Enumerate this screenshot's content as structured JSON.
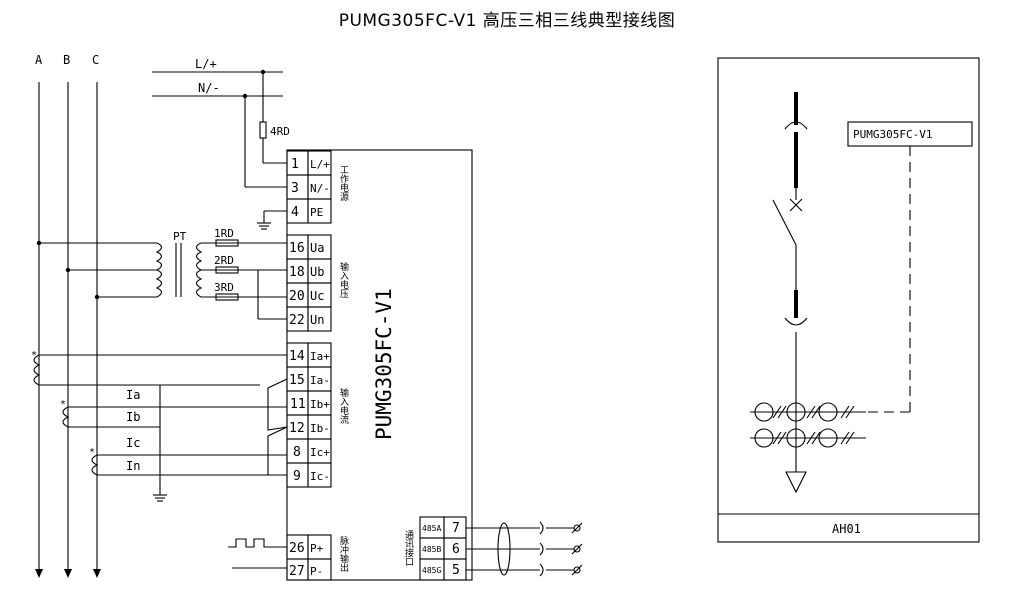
{
  "title": "PUMG305FC-V1 高压三相三线典型接线图",
  "phases": [
    "A",
    "B",
    "C"
  ],
  "supply": {
    "live": "L/+",
    "neutral": "N/-",
    "fuse": "4RD"
  },
  "module_label": "PUMG305FC-V1",
  "pt": {
    "label": "PT",
    "fuses": [
      "1RD",
      "2RD",
      "3RD"
    ]
  },
  "ct_lines": [
    "Ia",
    "Ib",
    "Ic",
    "In"
  ],
  "terminals": [
    {
      "num": "1",
      "label": "L/+"
    },
    {
      "num": "3",
      "label": "N/-"
    },
    {
      "num": "4",
      "label": "PE"
    },
    {
      "num": "16",
      "label": "Ua"
    },
    {
      "num": "18",
      "label": "Ub"
    },
    {
      "num": "20",
      "label": "Uc"
    },
    {
      "num": "22",
      "label": "Un"
    },
    {
      "num": "14",
      "label": "Ia+"
    },
    {
      "num": "15",
      "label": "Ia-"
    },
    {
      "num": "11",
      "label": "Ib+"
    },
    {
      "num": "12",
      "label": "Ib-"
    },
    {
      "num": "8",
      "label": "Ic+"
    },
    {
      "num": "9",
      "label": "Ic-"
    },
    {
      "num": "26",
      "label": "P+"
    },
    {
      "num": "27",
      "label": "P-"
    }
  ],
  "groups": {
    "power": "工作电源",
    "voltage": "输入电压",
    "current": "输入电流",
    "pulse": "脉冲输出",
    "comm": "通讯接口"
  },
  "comm_terminals": [
    {
      "label": "485A",
      "num": "7"
    },
    {
      "label": "485B",
      "num": "6"
    },
    {
      "label": "485G",
      "num": "5"
    }
  ],
  "panel": {
    "device_label": "PUMG305FC-V1",
    "panel_id": "AH01"
  }
}
